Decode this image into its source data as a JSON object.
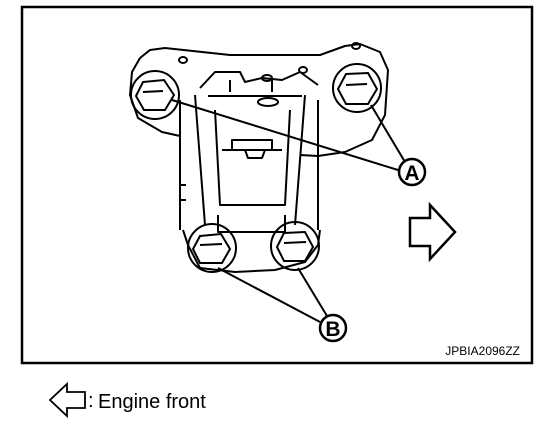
{
  "figure": {
    "callout_a": "A",
    "callout_b": "B",
    "figure_code": "JPBIA2096ZZ"
  },
  "legend": {
    "separator": ":",
    "text": "Engine front"
  }
}
